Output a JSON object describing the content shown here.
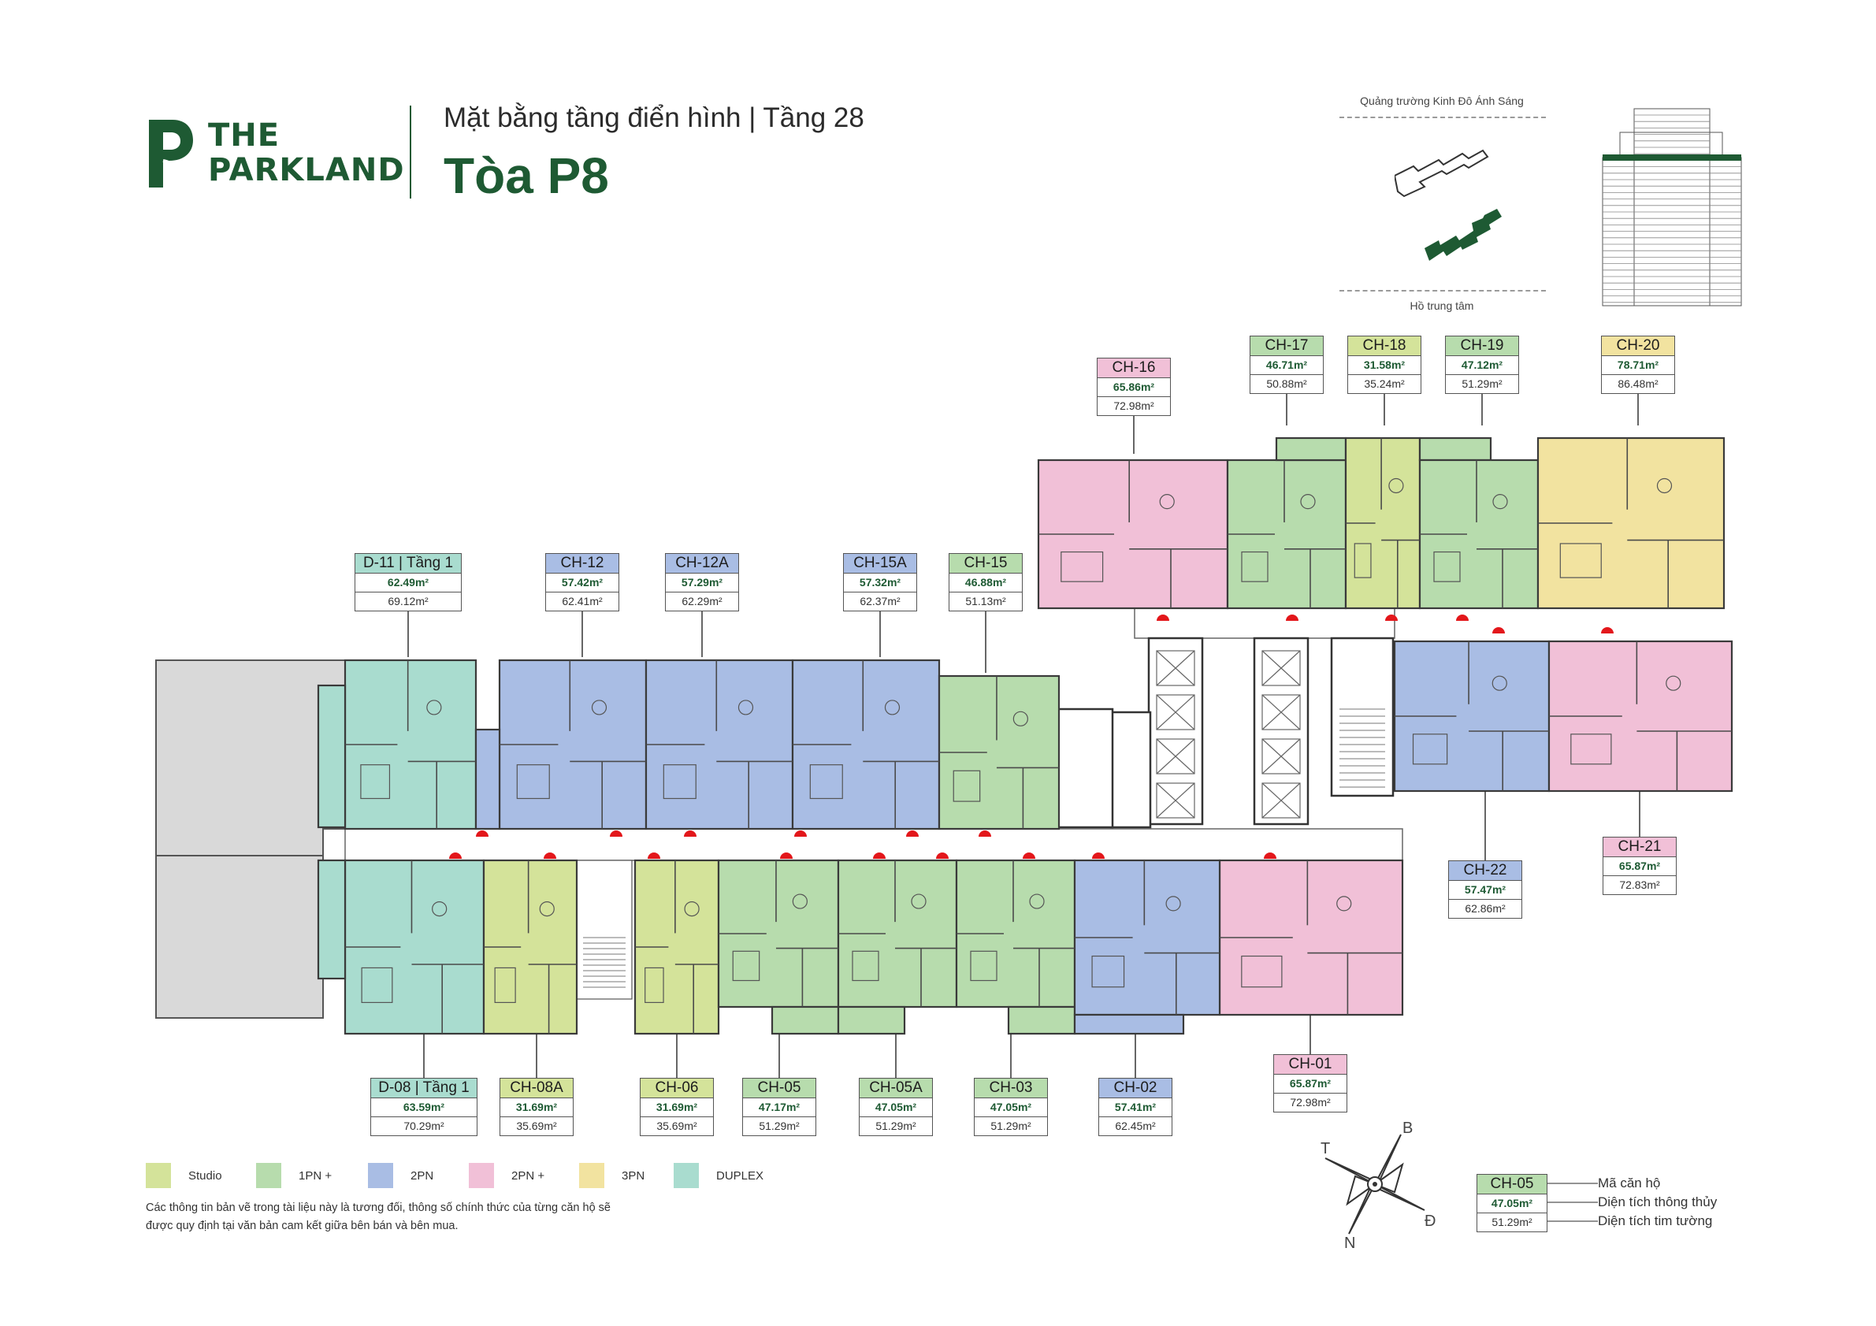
{
  "brand": {
    "line1": "THE",
    "line2": "PARKLAND",
    "color": "#1e5a33"
  },
  "header": {
    "subtitle": "Mặt bằng tầng điển hình | Tầng 28",
    "title": "Tòa P8"
  },
  "keymap": {
    "top_label": "Quảng trường Kinh Đô Ánh Sáng",
    "bottom_label": "Hồ trung tâm"
  },
  "types": {
    "studio": {
      "name": "Studio",
      "color": "#d4e39a"
    },
    "1pn": {
      "name": "1PN +",
      "color": "#b7dcad"
    },
    "2pn": {
      "name": "2PN",
      "color": "#a9bde4"
    },
    "2pnplus": {
      "name": "2PN +",
      "color": "#f1c0d7"
    },
    "3pn": {
      "name": "3PN",
      "color": "#f2e3a0"
    },
    "duplex": {
      "name": "DUPLEX",
      "color": "#a9dccf"
    }
  },
  "legend": [
    {
      "key": "studio",
      "label": "Studio"
    },
    {
      "key": "1pn",
      "label": "1PN +"
    },
    {
      "key": "2pn",
      "label": "2PN"
    },
    {
      "key": "2pnplus",
      "label": "2PN +"
    },
    {
      "key": "3pn",
      "label": "3PN"
    },
    {
      "key": "duplex",
      "label": "DUPLEX"
    }
  ],
  "units": [
    {
      "code": "CH-16",
      "type": "2pnplus",
      "net": "65.86m²",
      "gross": "72.98m²"
    },
    {
      "code": "CH-17",
      "type": "1pn",
      "net": "46.71m²",
      "gross": "50.88m²"
    },
    {
      "code": "CH-18",
      "type": "studio",
      "net": "31.58m²",
      "gross": "35.24m²"
    },
    {
      "code": "CH-19",
      "type": "1pn",
      "net": "47.12m²",
      "gross": "51.29m²"
    },
    {
      "code": "CH-20",
      "type": "3pn",
      "net": "78.71m²",
      "gross": "86.48m²"
    },
    {
      "code": "D-11 | Tầng 1",
      "type": "duplex",
      "net": "62.49m²",
      "gross": "69.12m²"
    },
    {
      "code": "CH-12",
      "type": "2pn",
      "net": "57.42m²",
      "gross": "62.41m²"
    },
    {
      "code": "CH-12A",
      "type": "2pn",
      "net": "57.29m²",
      "gross": "62.29m²"
    },
    {
      "code": "CH-15A",
      "type": "2pn",
      "net": "57.32m²",
      "gross": "62.37m²"
    },
    {
      "code": "CH-15",
      "type": "1pn",
      "net": "46.88m²",
      "gross": "51.13m²"
    },
    {
      "code": "CH-22",
      "type": "2pn",
      "net": "57.47m²",
      "gross": "62.86m²"
    },
    {
      "code": "CH-21",
      "type": "2pnplus",
      "net": "65.87m²",
      "gross": "72.83m²"
    },
    {
      "code": "CH-01",
      "type": "2pnplus",
      "net": "65.87m²",
      "gross": "72.98m²"
    },
    {
      "code": "D-08 | Tầng 1",
      "type": "duplex",
      "net": "63.59m²",
      "gross": "70.29m²"
    },
    {
      "code": "CH-08A",
      "type": "studio",
      "net": "31.69m²",
      "gross": "35.69m²"
    },
    {
      "code": "CH-06",
      "type": "studio",
      "net": "31.69m²",
      "gross": "35.69m²"
    },
    {
      "code": "CH-05",
      "type": "1pn",
      "net": "47.17m²",
      "gross": "51.29m²"
    },
    {
      "code": "CH-05A",
      "type": "1pn",
      "net": "47.05m²",
      "gross": "51.29m²"
    },
    {
      "code": "CH-03",
      "type": "1pn",
      "net": "47.05m²",
      "gross": "51.29m²"
    },
    {
      "code": "CH-02",
      "type": "2pn",
      "net": "57.41m²",
      "gross": "62.45m²"
    }
  ],
  "key_sample": {
    "code": "CH-05",
    "type": "1pn",
    "net": "47.05m²",
    "gross": "51.29m²",
    "desc_code": "Mã căn hộ",
    "desc_net": "Diện tích thông thủy",
    "desc_gross": "Diện tích tim tường"
  },
  "compass": {
    "north": "B",
    "south": "N",
    "east": "Đ",
    "west": "T"
  },
  "disclaimer": "Các thông tin bản vẽ trong tài liệu này là tương đối, thông số chính thức của từng căn hộ sẽ được quy định tại văn bản cam kết giữa bên bán và bên mua."
}
